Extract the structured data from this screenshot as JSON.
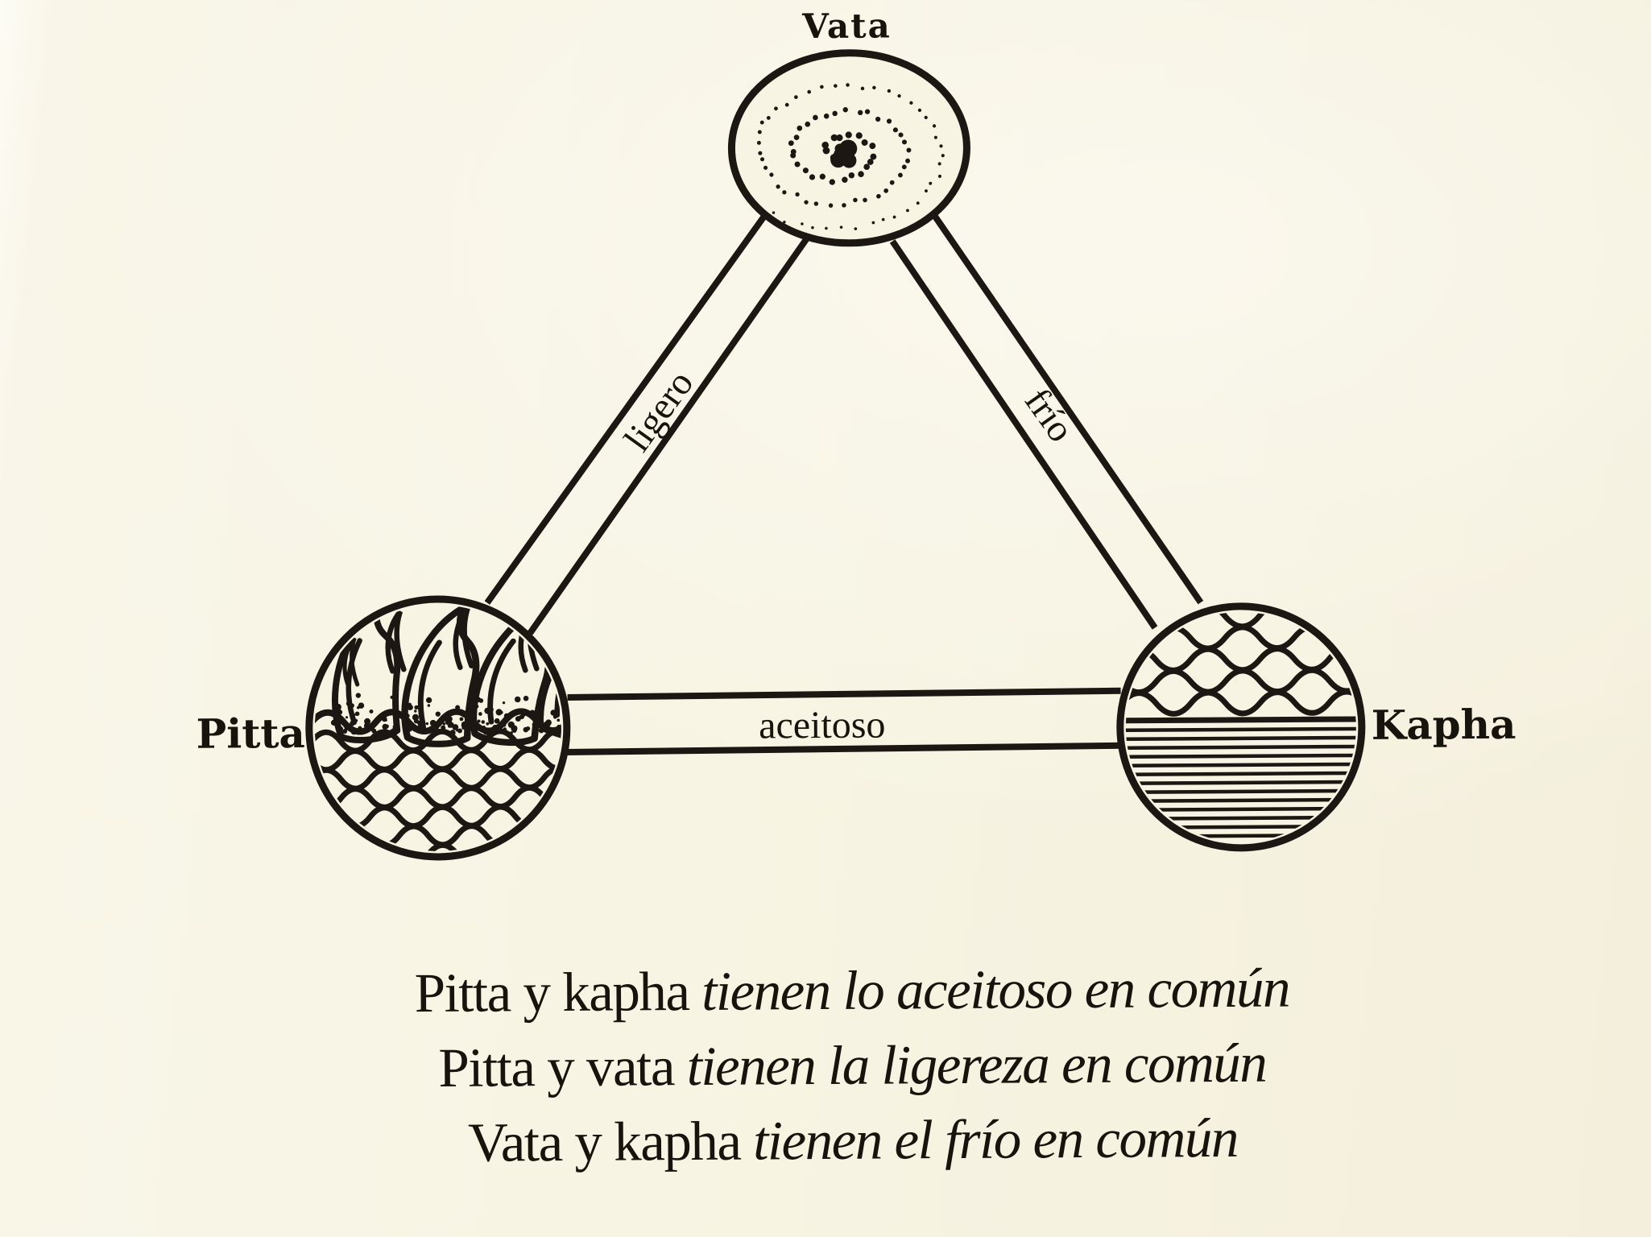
{
  "page": {
    "paper_color": "#f7f4e3",
    "ink_color": "#1c1712"
  },
  "diagram": {
    "nodes": [
      {
        "id": "vata",
        "label": "Vata",
        "pattern": "dotted-spiral",
        "position": "top"
      },
      {
        "id": "pitta",
        "label": "Pitta",
        "pattern": "flames-over-waves",
        "position": "bottom-left"
      },
      {
        "id": "kapha",
        "label": "Kapha",
        "pattern": "waves-over-lines",
        "position": "bottom-right"
      }
    ],
    "edges": [
      {
        "from": "pitta",
        "to": "vata",
        "label": "ligero"
      },
      {
        "from": "vata",
        "to": "kapha",
        "label": "frío"
      },
      {
        "from": "pitta",
        "to": "kapha",
        "label": "aceitoso"
      }
    ]
  },
  "caption": {
    "lines": [
      {
        "regular": "Pitta y kapha ",
        "italic": "tienen lo aceitoso en común"
      },
      {
        "regular": "Pitta y vata ",
        "italic": "tienen la ligereza en común"
      },
      {
        "regular": "Vata y kapha ",
        "italic": "tienen el frío en común"
      }
    ]
  }
}
